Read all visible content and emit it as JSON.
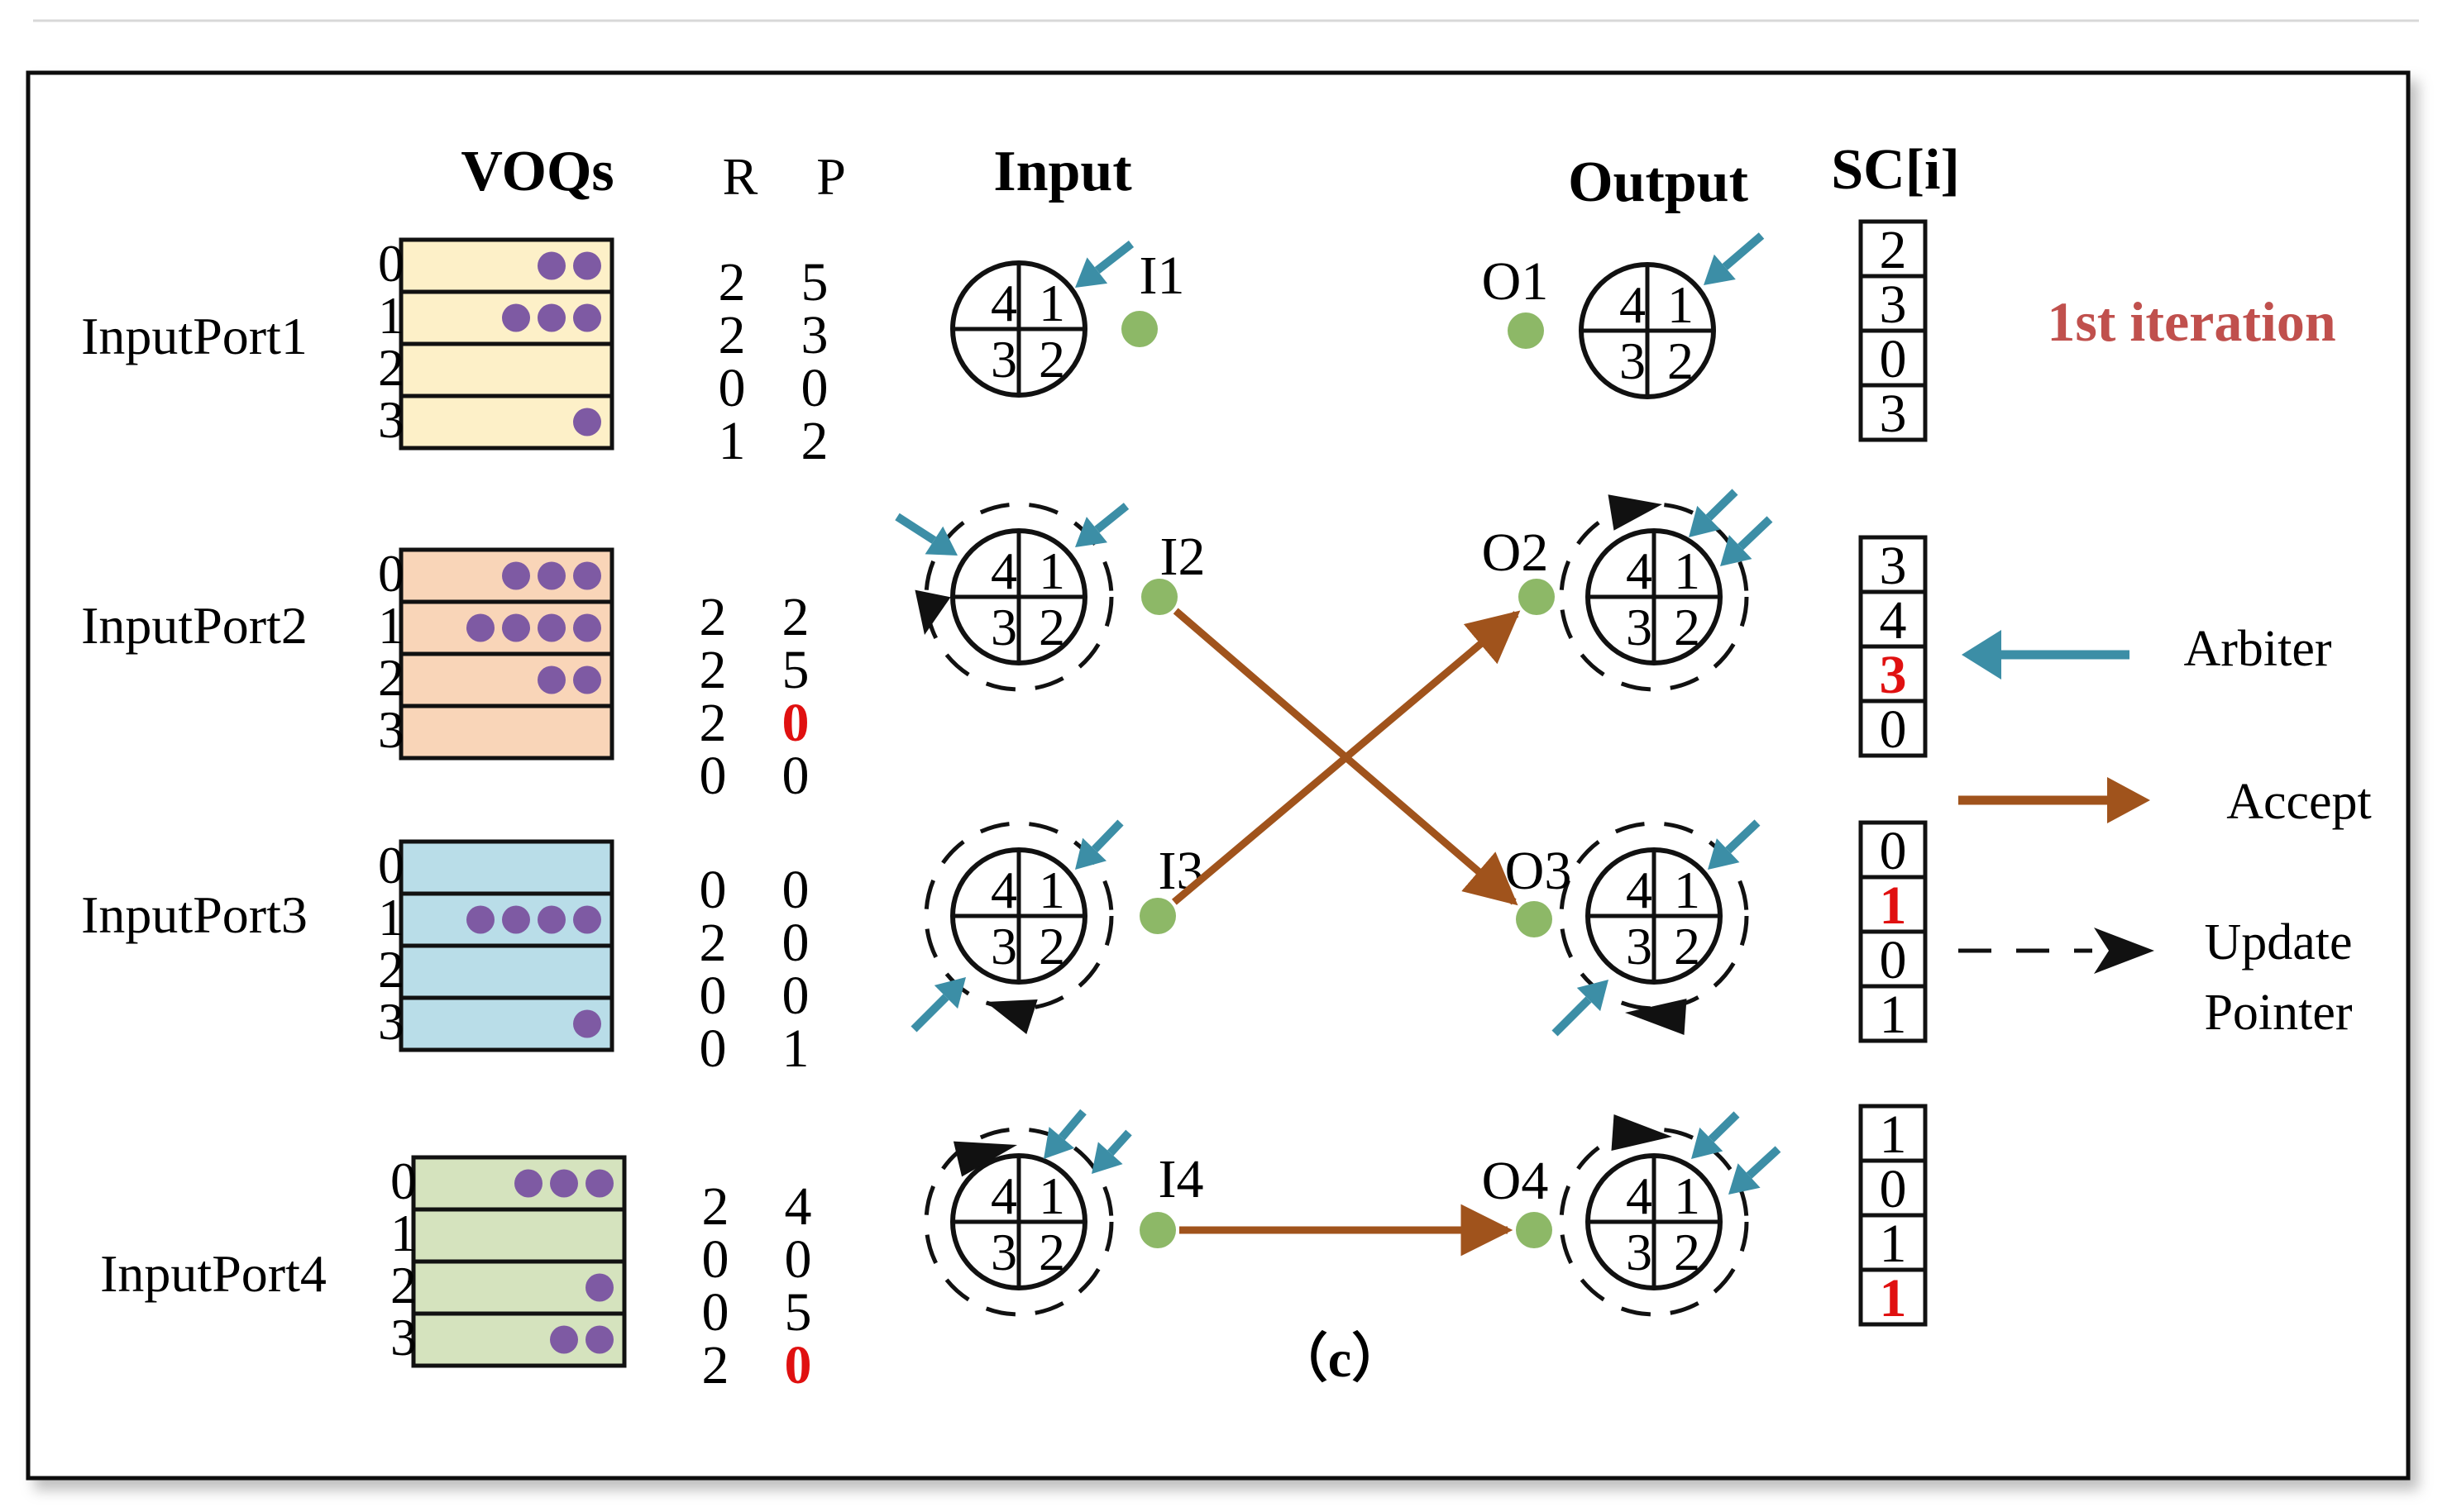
{
  "headers": {
    "voqs": "VOQs",
    "r": "R",
    "p": "P",
    "input": "Input",
    "output": "Output",
    "sc": "SC[i]"
  },
  "iteration_label": "1st iteration",
  "caption": "（c）",
  "legend": {
    "arbiter": "Arbiter",
    "accept": "Accept",
    "update_line1": "Update",
    "update_line2": "Pointer"
  },
  "colors": {
    "port1": "#fdf0c8",
    "port2": "#f9d5b8",
    "port3": "#b9dde8",
    "port4": "#d5e3be",
    "dot": "#7e5aa3",
    "node": "#8db867",
    "arbiter": "#3c8ea6",
    "accept": "#a0531c",
    "highlight": "#e01010",
    "iteration": "#c0504d"
  },
  "quadrants": [
    "4",
    "1",
    "3",
    "2"
  ],
  "input_ports": [
    {
      "name": "InputPort1",
      "queue_ids": [
        "0",
        "1",
        "2",
        "3"
      ],
      "voq_counts": [
        2,
        3,
        0,
        1
      ],
      "rp": [
        [
          "2",
          "5"
        ],
        [
          "2",
          "3"
        ],
        [
          "0",
          "0"
        ],
        [
          "1",
          "2"
        ]
      ],
      "highlight_p": [
        false,
        false,
        false,
        false
      ]
    },
    {
      "name": "InputPort2",
      "queue_ids": [
        "0",
        "1",
        "2",
        "3"
      ],
      "voq_counts": [
        3,
        4,
        2,
        0
      ],
      "rp": [
        [
          "2",
          "2"
        ],
        [
          "2",
          "5"
        ],
        [
          "2",
          "0"
        ],
        [
          "0",
          "0"
        ]
      ],
      "highlight_p": [
        false,
        false,
        true,
        false
      ]
    },
    {
      "name": "InputPort3",
      "queue_ids": [
        "0",
        "1",
        "2",
        "3"
      ],
      "voq_counts": [
        0,
        4,
        0,
        1
      ],
      "rp": [
        [
          "0",
          "0"
        ],
        [
          "2",
          "0"
        ],
        [
          "0",
          "0"
        ],
        [
          "0",
          "1"
        ]
      ],
      "highlight_p": [
        false,
        false,
        false,
        false
      ]
    },
    {
      "name": "InputPort4",
      "queue_ids": [
        "0",
        "1",
        "2",
        "3"
      ],
      "voq_counts": [
        3,
        0,
        1,
        2
      ],
      "rp": [
        [
          "2",
          "4"
        ],
        [
          "0",
          "0"
        ],
        [
          "0",
          "5"
        ],
        [
          "2",
          "0"
        ]
      ],
      "highlight_p": [
        false,
        false,
        false,
        true
      ]
    }
  ],
  "input_nodes": [
    "I1",
    "I2",
    "I3",
    "I4"
  ],
  "output_nodes": [
    "O1",
    "O2",
    "O3",
    "O4"
  ],
  "sc": [
    {
      "values": [
        "2",
        "3",
        "0",
        "3"
      ],
      "highlight": [
        false,
        false,
        false,
        false
      ]
    },
    {
      "values": [
        "3",
        "4",
        "3",
        "0"
      ],
      "highlight": [
        false,
        false,
        true,
        false
      ]
    },
    {
      "values": [
        "0",
        "1",
        "0",
        "1"
      ],
      "highlight": [
        false,
        true,
        false,
        false
      ]
    },
    {
      "values": [
        "1",
        "0",
        "1",
        "1"
      ],
      "highlight": [
        false,
        false,
        false,
        true
      ]
    }
  ],
  "accepts": [
    {
      "from": "I2",
      "to": "O3"
    },
    {
      "from": "I3",
      "to": "O2"
    },
    {
      "from": "I4",
      "to": "O4"
    }
  ]
}
